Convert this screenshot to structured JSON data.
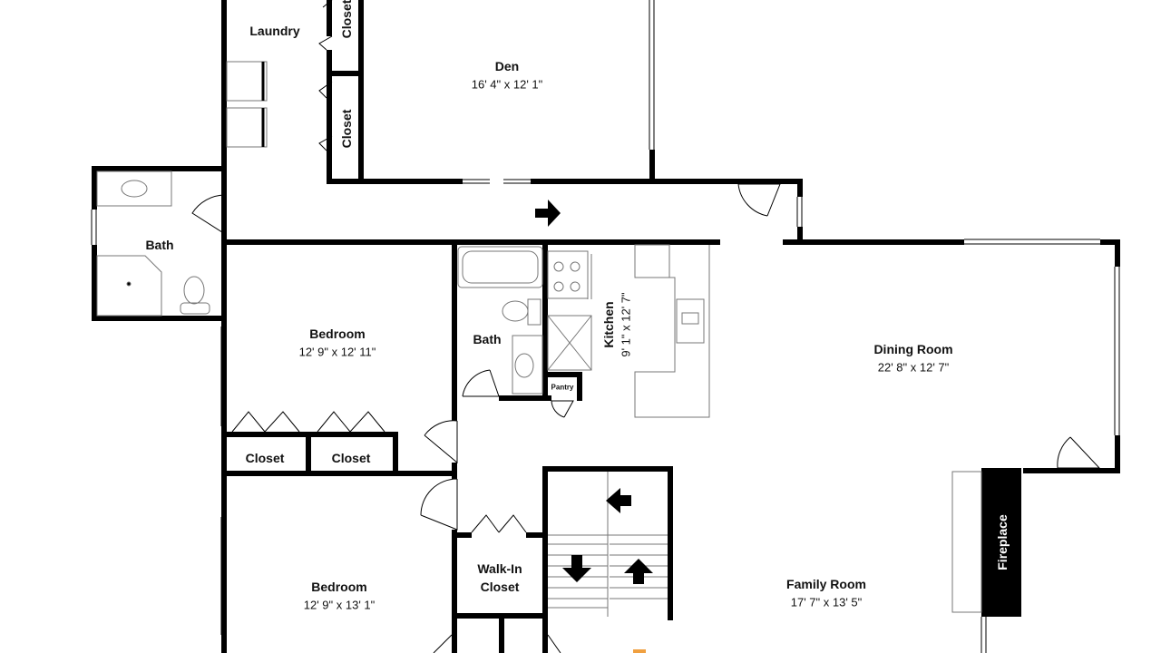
{
  "rooms": {
    "laundry": {
      "name": "Laundry"
    },
    "den": {
      "name": "Den",
      "dimensions": "16' 4\" x 12' 1\""
    },
    "closet_den_upper": {
      "name": "Closet"
    },
    "closet_den_lower": {
      "name": "Closet"
    },
    "bath_left": {
      "name": "Bath"
    },
    "bath_center": {
      "name": "Bath"
    },
    "kitchen": {
      "name": "Kitchen",
      "dimensions": "9' 1\" x 12' 7\""
    },
    "pantry": {
      "name": "Pantry"
    },
    "dining_room": {
      "name": "Dining Room",
      "dimensions": "22' 8\" x 12' 7\""
    },
    "bedroom_upper": {
      "name": "Bedroom",
      "dimensions": "12' 9\" x 12' 11\""
    },
    "closet_bed_a": {
      "name": "Closet"
    },
    "closet_bed_b": {
      "name": "Closet"
    },
    "bedroom_lower": {
      "name": "Bedroom",
      "dimensions": "12' 9\" x 13' 1\""
    },
    "walk_in_closet": {
      "name_line1": "Walk-In",
      "name_line2": "Closet"
    },
    "family_room": {
      "name": "Family Room",
      "dimensions": "17' 7\" x 13' 5\""
    },
    "fireplace": {
      "name": "Fireplace"
    }
  },
  "colors": {
    "wall": "#000000",
    "fixture": "#888888",
    "accent": "#f0a040"
  }
}
